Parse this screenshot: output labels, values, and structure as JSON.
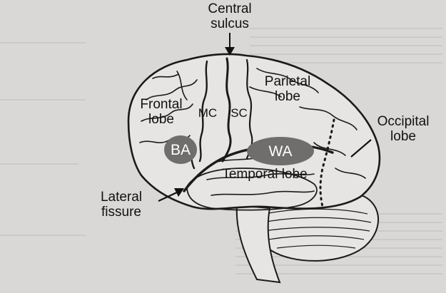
{
  "diagram": {
    "labels": {
      "central_sulcus": "Central\nsulcus",
      "parietal_lobe": "Parietal\nlobe",
      "frontal_lobe": "Frontal\nlobe",
      "mc": "MC",
      "sc": "SC",
      "occipital_lobe": "Occipital\nlobe",
      "ba": "BA",
      "wa": "WA",
      "temporal_lobe": "Temporal lobe",
      "lateral_fissure": "Lateral\nfissure"
    },
    "colors": {
      "background": "#d9d8d6",
      "brain_fill": "#e6e5e3",
      "outline": "#1a1a1a",
      "area_fill": "#6f6e6c",
      "area_text": "#ffffff"
    }
  }
}
